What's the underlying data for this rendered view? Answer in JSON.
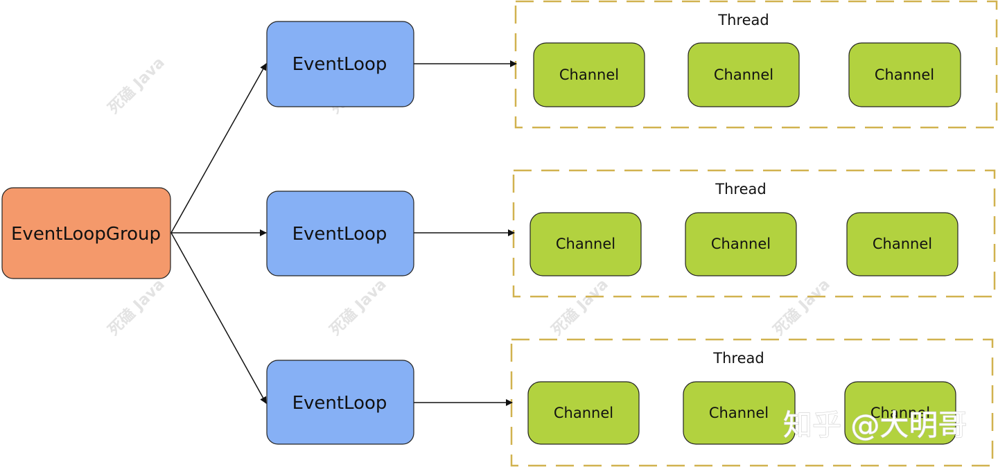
{
  "diagram": {
    "group": {
      "label": "EventLoopGroup"
    },
    "loops": [
      {
        "label": "EventLoop",
        "thread": {
          "label": "Thread",
          "channels": [
            {
              "label": "Channel"
            },
            {
              "label": "Channel"
            },
            {
              "label": "Channel"
            }
          ]
        }
      },
      {
        "label": "EventLoop",
        "thread": {
          "label": "Thread",
          "channels": [
            {
              "label": "Channel"
            },
            {
              "label": "Channel"
            },
            {
              "label": "Channel"
            }
          ]
        }
      },
      {
        "label": "EventLoop",
        "thread": {
          "label": "Thread",
          "channels": [
            {
              "label": "Channel"
            },
            {
              "label": "Channel"
            },
            {
              "label": "Channel"
            }
          ]
        }
      }
    ]
  },
  "watermark": {
    "text": "死磕 Java",
    "brand": "知乎 @大明哥"
  },
  "colors": {
    "group_fill": "#f4996b",
    "loop_fill": "#86b0f5",
    "channel_fill": "#b2d23f",
    "thread_border": "#d1b24f",
    "stroke": "#222222"
  }
}
